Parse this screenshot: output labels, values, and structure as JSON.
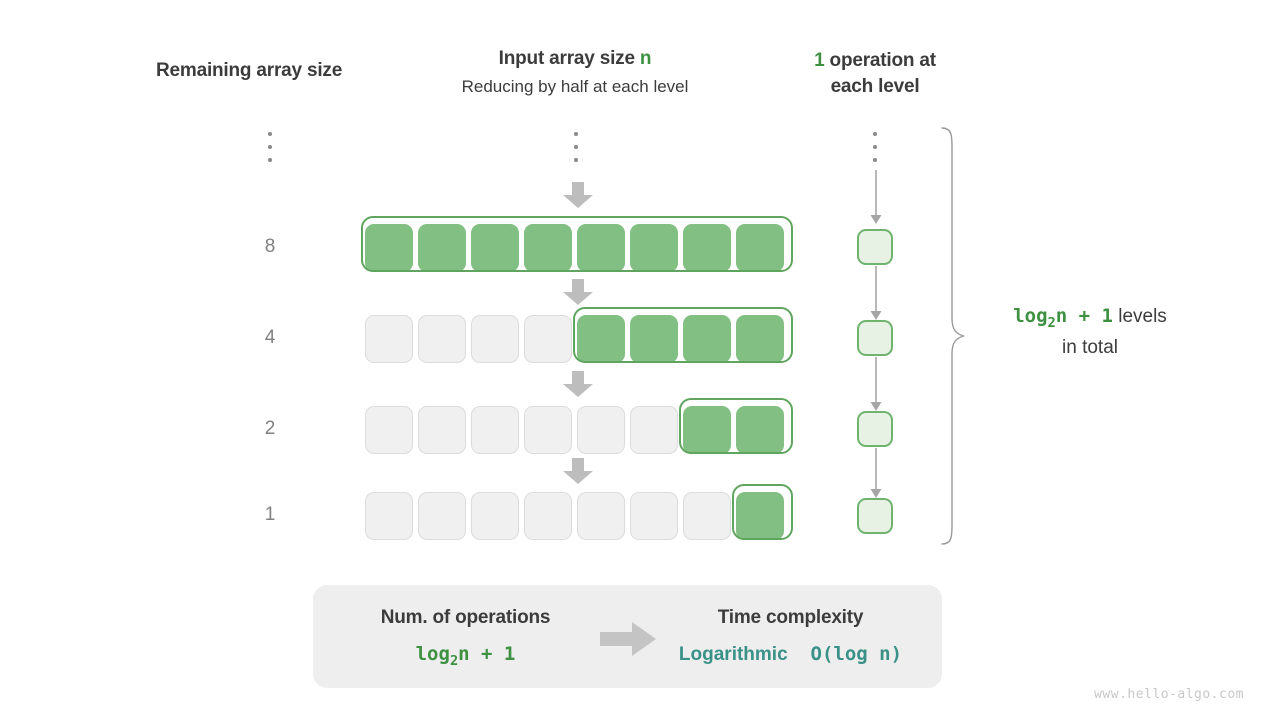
{
  "headers": {
    "left": "Remaining array size",
    "mid_line1_prefix": "Input array size ",
    "mid_line1_var": "n",
    "mid_line2": "Reducing by half at each level",
    "right_num": "1",
    "right_rest": " operation at",
    "right_line2": "each level"
  },
  "rows": [
    {
      "label": "⋮",
      "is_dots": true,
      "total_cells": 8,
      "active_cells": 0
    },
    {
      "label": "8",
      "is_dots": false,
      "total_cells": 8,
      "active_cells": 8
    },
    {
      "label": "4",
      "is_dots": false,
      "total_cells": 8,
      "active_cells": 4
    },
    {
      "label": "2",
      "is_dots": false,
      "total_cells": 8,
      "active_cells": 2
    },
    {
      "label": "1",
      "is_dots": false,
      "total_cells": 8,
      "active_cells": 1
    }
  ],
  "row_labels": [
    "8",
    "4",
    "2",
    "1"
  ],
  "operations": {
    "per_level": 1,
    "levels": 4
  },
  "brace": {
    "formula_pre": "log",
    "formula_sub": "2",
    "formula_post": "n + 1",
    "label_line1_tail": "  levels",
    "label_line2": "in total"
  },
  "summary": {
    "left_title": "Num. of operations",
    "left_value_pre": "log",
    "left_value_sub": "2",
    "left_value_post": "n + 1",
    "arrow_icon": "arrow-right-icon",
    "right_title": "Time complexity",
    "right_value_name": "Logarithmic",
    "right_value_notation": "O(log n)"
  },
  "watermark": "www.hello-algo.com",
  "colors": {
    "green": "#3f9142",
    "cell_fill": "#82bf82",
    "cell_outline": "#5fa55f",
    "op_fill": "#e8f2e4",
    "op_border": "#6fb36f",
    "inactive_fill": "#f0f0f0",
    "inactive_border": "#dcdcdc",
    "teal": "#3a9188",
    "gray_arrow": "#bdbdbd",
    "text": "#3c3c3c",
    "label_gray": "#808080",
    "panel_bg": "#eeeeee",
    "watermark": "#c8c8c8"
  }
}
